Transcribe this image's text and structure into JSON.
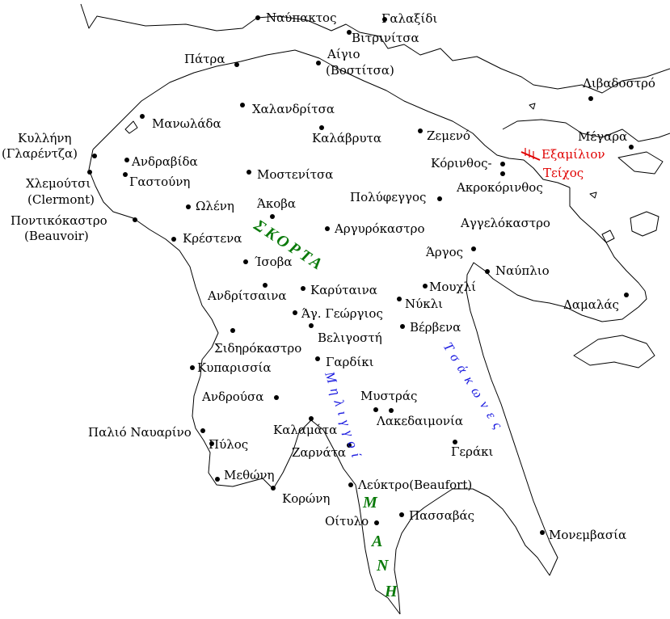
{
  "places": [
    {
      "name": "Ναύπακτος"
    },
    {
      "name": "Γαλαξίδι"
    },
    {
      "name": "Βιτρινίτσα"
    },
    {
      "name": "Πάτρα"
    },
    {
      "name": "Αίγιο"
    },
    {
      "name": "(Βοστίτσα)"
    },
    {
      "name": "Λιβαδοστρό"
    },
    {
      "name": "Χαλανδρίτσα"
    },
    {
      "name": "Μανωλάδα"
    },
    {
      "name": "Καλάβρυτα"
    },
    {
      "name": "Ζεμενό"
    },
    {
      "name": "Μέγαρα"
    },
    {
      "name": "Κυλλήνη"
    },
    {
      "name": "(Γλαρέντζα)"
    },
    {
      "name": "Ανδραβίδα"
    },
    {
      "name": "Κόρινθος-"
    },
    {
      "name": "Χλεμούτσι"
    },
    {
      "name": "Γαστούνη"
    },
    {
      "name": "Μοστενίτσα"
    },
    {
      "name": "Ακροκόρινθος"
    },
    {
      "name": "(Clermont)"
    },
    {
      "name": "Πολύφεγγος"
    },
    {
      "name": "Ωλένη"
    },
    {
      "name": "Άκοβα"
    },
    {
      "name": "Ποντικόκαστρο"
    },
    {
      "name": "Αγγελόκαστρο"
    },
    {
      "name": "(Beauvoir)"
    },
    {
      "name": "Αργυρόκαστρο"
    },
    {
      "name": "Κρέστενα"
    },
    {
      "name": "Άργος"
    },
    {
      "name": "Ίσοβα"
    },
    {
      "name": "Ναύπλιο"
    },
    {
      "name": "Μουχλί"
    },
    {
      "name": "Ανδρίτσαινα"
    },
    {
      "name": "Καρύταινα"
    },
    {
      "name": "Νύκλι"
    },
    {
      "name": "Δαμαλάς"
    },
    {
      "name": "Άγ. Γεώργιος"
    },
    {
      "name": "Βέρβενα"
    },
    {
      "name": "Βελιγοστή"
    },
    {
      "name": "Σιδηρόκαστρο"
    },
    {
      "name": "Γαρδίκι"
    },
    {
      "name": "Κυπαρισσία"
    },
    {
      "name": "Μυστράς"
    },
    {
      "name": "Ανδρούσα"
    },
    {
      "name": "Λακεδαιμονία"
    },
    {
      "name": "Καλαμάτα"
    },
    {
      "name": "Παλιό Ναυαρίνο"
    },
    {
      "name": "Πύλος"
    },
    {
      "name": "Ζαρνάτα"
    },
    {
      "name": "Γεράκι"
    },
    {
      "name": "Μεθώνη"
    },
    {
      "name": "Λεύκτρο(Beaufort)"
    },
    {
      "name": "Κορώνη"
    },
    {
      "name": "Οίτυλο"
    },
    {
      "name": "Πασσαβάς"
    },
    {
      "name": "Μονεμβασία"
    }
  ],
  "wall": {
    "line1": "Εξαμίλιον",
    "line2": "Τείχος",
    "color": "#e00000"
  },
  "regions": {
    "skorta": "ΣΚΟΡΤΑ",
    "tsakones": "Τσάκωνες",
    "melingoi": "Μηλιγγοί",
    "mani": [
      "Μ",
      "Α",
      "Ν",
      "Η"
    ]
  },
  "colors": {
    "green": "#0a7a0a",
    "blue": "#1a1ae0",
    "red": "#e00000"
  }
}
